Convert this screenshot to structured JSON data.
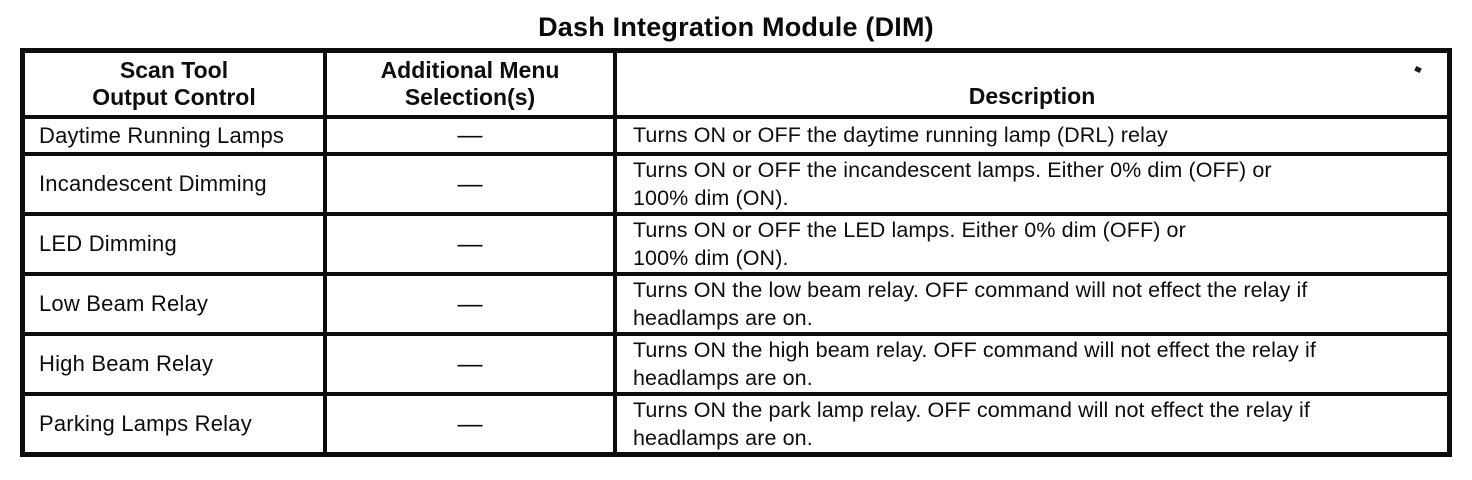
{
  "page": {
    "title": "Dash Integration Module (DIM)"
  },
  "table": {
    "headers": {
      "col1_line1": "Scan Tool",
      "col1_line2": "Output Control",
      "col2_line1": "Additional Menu",
      "col2_line2": "Selection(s)",
      "col3": "Description"
    },
    "rows": [
      {
        "control": "Daytime Running Lamps",
        "menu": "—",
        "description_lines": [
          "Turns ON or OFF the daytime running lamp (DRL) relay"
        ]
      },
      {
        "control": "Incandescent Dimming",
        "menu": "—",
        "description_lines": [
          "Turns ON or OFF the incandescent lamps. Either 0% dim (OFF) or",
          "100% dim (ON)."
        ]
      },
      {
        "control": "LED Dimming",
        "menu": "—",
        "description_lines": [
          "Turns ON or OFF the LED lamps. Either 0% dim (OFF) or",
          "100% dim (ON)."
        ]
      },
      {
        "control": "Low Beam Relay",
        "menu": "—",
        "description_lines": [
          "Turns ON the low beam relay. OFF command will not effect the relay if",
          "headlamps are on."
        ]
      },
      {
        "control": "High Beam Relay",
        "menu": "—",
        "description_lines": [
          "Turns ON the high beam relay. OFF command will not effect the relay if",
          "headlamps are on."
        ]
      },
      {
        "control": "Parking Lamps Relay",
        "menu": "—",
        "description_lines": [
          "Turns ON the park lamp relay. OFF command will not effect the relay if",
          "headlamps are on."
        ]
      }
    ],
    "colors": {
      "ink": "#0d0d0d",
      "paper": "#ffffff"
    }
  }
}
